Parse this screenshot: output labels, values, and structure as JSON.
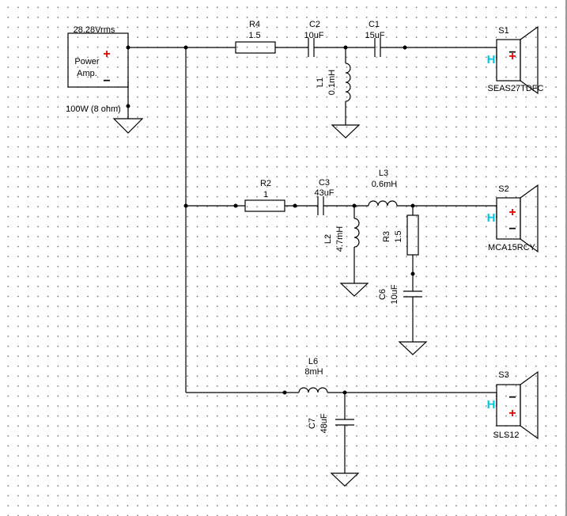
{
  "amplifier": {
    "voltage": "28.28Vrms",
    "label_line1": "Power",
    "label_line2": "Amp.",
    "rating": "100W (8 ohm)",
    "plus_symbol": "+",
    "minus_symbol": "−"
  },
  "tweeter_branch": {
    "r4_name": "R4",
    "r4_value": "1.5",
    "c2_name": "C2",
    "c2_value": "10uF",
    "c1_name": "C1",
    "c1_value": "15uF",
    "l1_name": "L1",
    "l1_value": "0.1mH",
    "speaker_name": "S1",
    "speaker_model": "SEAS27TDFC"
  },
  "mid_branch": {
    "r2_name": "R2",
    "r2_value": "1",
    "c3_name": "C3",
    "c3_value": "43uF",
    "l3_name": "L3",
    "l3_value": "0.6mH",
    "l2_name": "L2",
    "l2_value": "4.7mH",
    "r3_name": "R3",
    "r3_value": "1.5",
    "c6_name": "C6",
    "c6_value": "10uF",
    "speaker_name": "S2",
    "speaker_model": "MCA15RCY"
  },
  "woofer_branch": {
    "l6_name": "L6",
    "l6_value": "8mH",
    "c7_name": "C7",
    "c7_value": "48uF",
    "speaker_name": "S3",
    "speaker_model": "SLS12"
  },
  "speaker_marks": {
    "plus": "+",
    "minus": "−",
    "h": "H"
  }
}
